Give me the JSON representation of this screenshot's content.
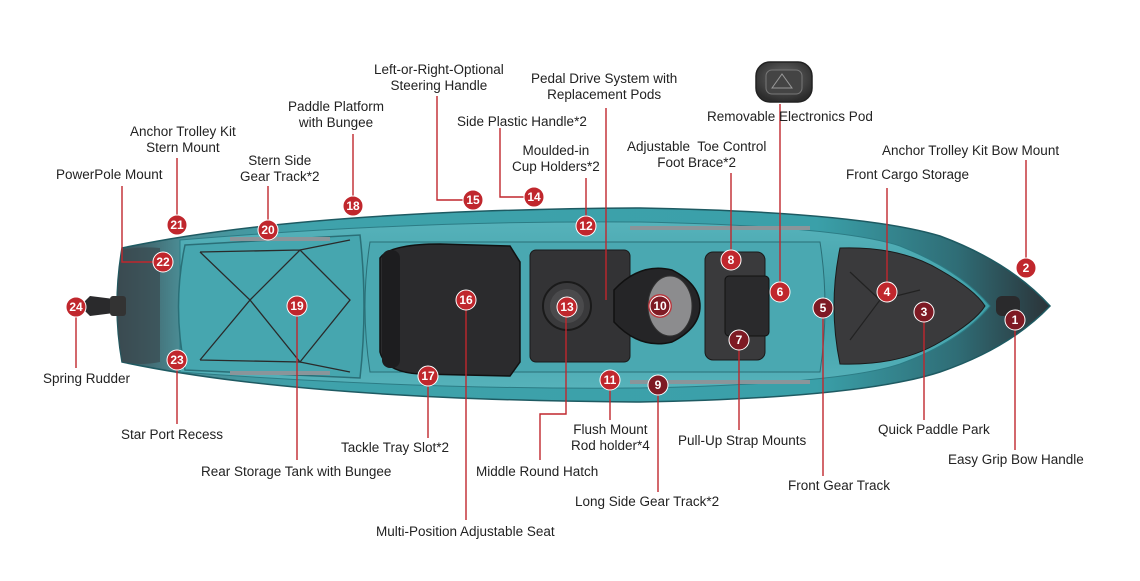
{
  "colors": {
    "hull": "#2e8f98",
    "hull_light": "#5fb5bd",
    "hull_dark": "#2b3338",
    "deck": "#3c9aa3",
    "mat": "#2f2f31",
    "badge": "#c0272d",
    "badge_dark": "#7e1a24",
    "leader": "#c0272d"
  },
  "callouts": [
    {
      "num": "1",
      "label": [
        "Easy Grip Bow Handle"
      ]
    },
    {
      "num": "2",
      "label": [
        "Anchor Trolley Kit Bow Mount"
      ]
    },
    {
      "num": "3",
      "label": [
        "Quick Paddle Park"
      ]
    },
    {
      "num": "4",
      "label": [
        "Front Cargo Storage"
      ]
    },
    {
      "num": "5",
      "label": [
        "Front Gear Track"
      ]
    },
    {
      "num": "6",
      "label": [
        "Removable Electronics Pod"
      ]
    },
    {
      "num": "7",
      "label": [
        "Pull-Up Strap Mounts"
      ]
    },
    {
      "num": "8",
      "label": [
        "Adjustable  Toe Control",
        "Foot Brace*2"
      ]
    },
    {
      "num": "9",
      "label": [
        "Long Side Gear Track*2"
      ]
    },
    {
      "num": "10",
      "label": [
        "Pedal Drive System with",
        "Replacement Pods"
      ]
    },
    {
      "num": "11",
      "label": [
        "Flush Mount",
        "Rod holder*4"
      ]
    },
    {
      "num": "12",
      "label": [
        "Moulded-in",
        "Cup Holders*2"
      ]
    },
    {
      "num": "13",
      "label": [
        "Middle Round Hatch"
      ]
    },
    {
      "num": "14",
      "label": [
        "Side Plastic Handle*2"
      ]
    },
    {
      "num": "15",
      "label": [
        "Left-or-Right-Optional",
        "Steering Handle"
      ]
    },
    {
      "num": "16",
      "label": [
        "Multi-Position Adjustable Seat"
      ]
    },
    {
      "num": "17",
      "label": [
        "Tackle Tray Slot*2"
      ]
    },
    {
      "num": "18",
      "label": [
        "Paddle Platform",
        "with Bungee"
      ]
    },
    {
      "num": "19",
      "label": [
        "Rear Storage Tank with Bungee"
      ]
    },
    {
      "num": "20",
      "label": [
        "Stern Side",
        "Gear Track*2"
      ]
    },
    {
      "num": "21",
      "label": [
        "Anchor Trolley Kit",
        "Stern Mount"
      ]
    },
    {
      "num": "22",
      "label": [
        "PowerPole Mount"
      ]
    },
    {
      "num": "23",
      "label": [
        "Star Port Recess"
      ]
    },
    {
      "num": "24",
      "label": [
        "Spring Rudder"
      ]
    }
  ]
}
